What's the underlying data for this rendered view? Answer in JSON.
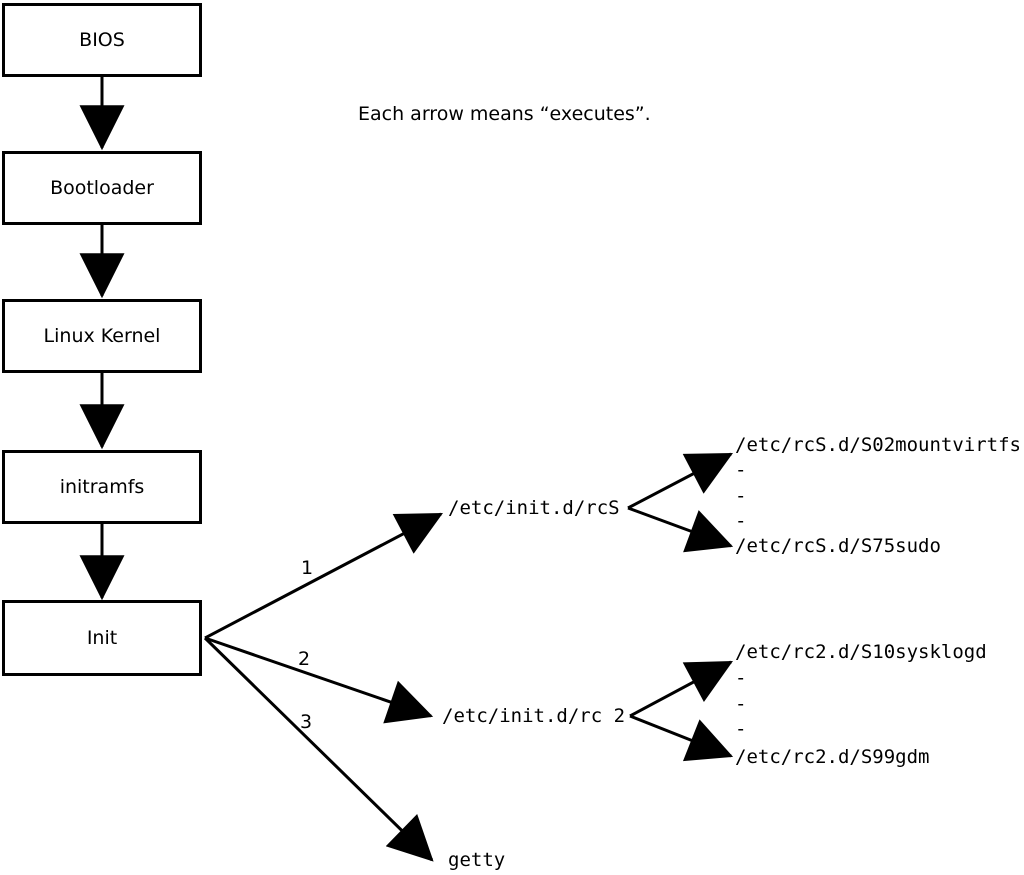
{
  "caption": "Each arrow means “executes”.",
  "boot_chain": {
    "boxes": [
      {
        "label": "BIOS"
      },
      {
        "label": "Bootloader"
      },
      {
        "label": "Linux Kernel"
      },
      {
        "label": "initramfs"
      },
      {
        "label": "Init"
      }
    ]
  },
  "init_branches": {
    "numbers": {
      "first": "1",
      "second": "2",
      "third": "3"
    },
    "rcS": {
      "target": "/etc/init.d/rcS",
      "children": [
        "/etc/rcS.d/S02mountvirtfs",
        "-",
        "-",
        "-",
        "/etc/rcS.d/S75sudo"
      ]
    },
    "rc2": {
      "target": "/etc/init.d/rc 2",
      "children": [
        "/etc/rc2.d/S10sysklogd",
        "-",
        "-",
        "-",
        "/etc/rc2.d/S99gdm"
      ]
    },
    "getty": {
      "target": "getty"
    }
  },
  "colors": {
    "background": "#ffffff",
    "line": "#000000",
    "text": "#000000"
  }
}
